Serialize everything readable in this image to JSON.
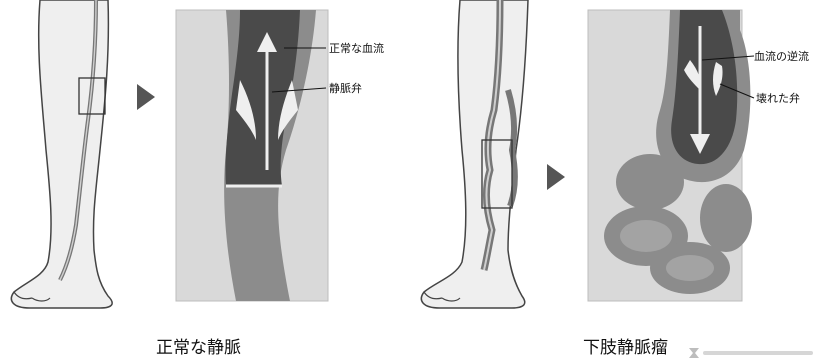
{
  "figure": {
    "normal": {
      "caption": "正常な静脈",
      "callouts": {
        "blood_flow": "正常な血流",
        "venous_valve": "静脈弁"
      }
    },
    "varicose": {
      "caption": "下肢静脈瘤",
      "callouts": {
        "reverse_flow": "血流の逆流",
        "broken_valve": "壊れた弁"
      }
    }
  },
  "colors": {
    "panel_bg": "#d9d9d9",
    "vein_wall": "#8c8c8c",
    "vein_inner": "#4a4a4a",
    "skin": "#efefef",
    "outline": "#444444",
    "arrow_head": "#555555"
  },
  "icons": [
    "right-triangle-arrow-icon",
    "watermark-logo"
  ]
}
